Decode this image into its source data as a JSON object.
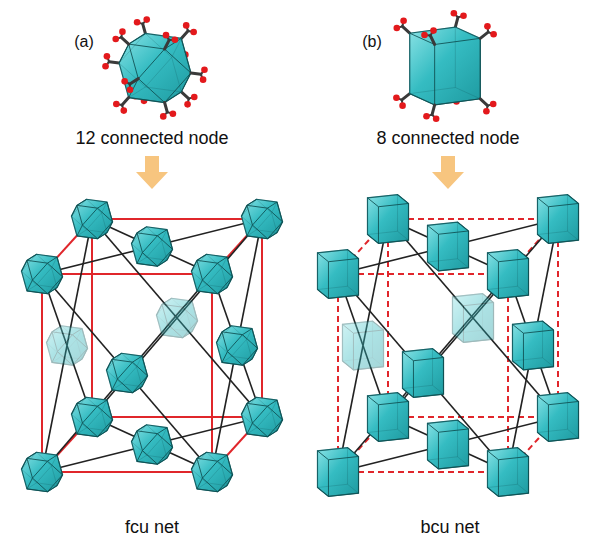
{
  "diagram": {
    "labels": [
      "(a)",
      "(b)",
      "12 connected node",
      "8 connected node",
      "fcu net",
      "bcu net"
    ]
  }
}
